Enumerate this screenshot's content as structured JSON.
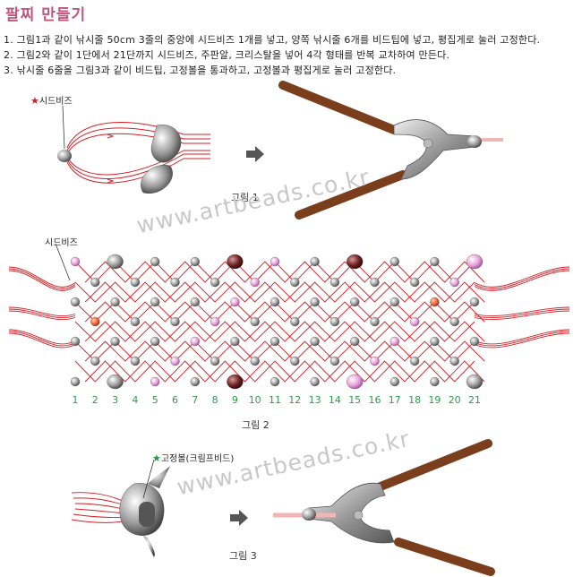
{
  "title": "팔찌 만들기",
  "steps": [
    "1. 그림1과 같이 낚시줄 50cm 3줄의 중앙에 시드비즈 1개를 넣고, 양쪽 낚시줄 6개를 비드팁에 넣고, 평집게로 눌러 고정한다.",
    "2. 그림2와 같이 1단에서 21단까지 시드비즈, 주판알, 크리스탈을 넣어 4각 형태를 반복 교차하여 만든다.",
    "3. 낚시줄 6줄을 그림3과 같이 비드팁, 고정볼을 통과하고, 고정볼과 평집게로 눌러 고정한다."
  ],
  "figure1": {
    "label": "시드비즈",
    "caption": "그림 1"
  },
  "figure2": {
    "label": "시드비즈",
    "caption": "그림 2",
    "columns": [
      "1",
      "2",
      "3",
      "4",
      "5",
      "6",
      "7",
      "8",
      "9",
      "10",
      "11",
      "12",
      "13",
      "14",
      "15",
      "16",
      "17",
      "18",
      "19",
      "20",
      "21"
    ]
  },
  "figure3": {
    "label": "고정볼(크림프비드)",
    "caption": "그림 3"
  },
  "watermark": "www.artbeads.co.kr",
  "colors": {
    "title": "#c0567e",
    "thread": "#d21f26",
    "number": "#2e9a4c",
    "handle": "#7a3e1c",
    "star_red": "#e0171f",
    "star_green": "#1a9a3a"
  }
}
